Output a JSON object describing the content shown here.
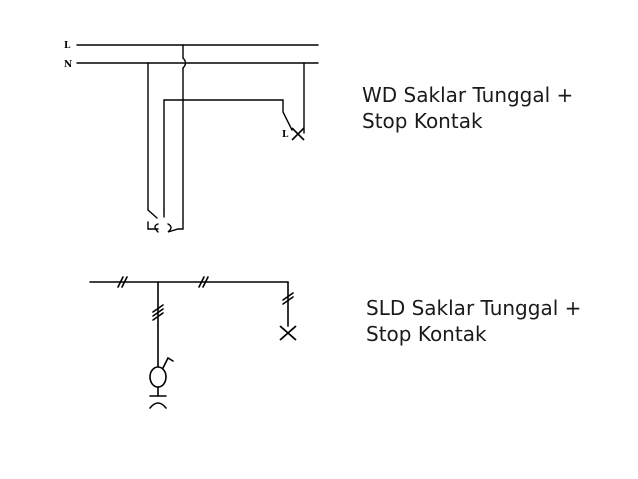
{
  "wiring_diagram": {
    "caption_line1": "WD Saklar Tunggal +",
    "caption_line2": "Stop Kontak",
    "line_label_L": "L",
    "line_label_N": "N",
    "lamp_label": "L"
  },
  "single_line_diagram": {
    "caption_line1": "SLD Saklar Tunggal +",
    "caption_line2": "Stop Kontak"
  },
  "colors": {
    "background": "#ffffff",
    "ink": "#000000",
    "text": "#1a1a1a"
  }
}
